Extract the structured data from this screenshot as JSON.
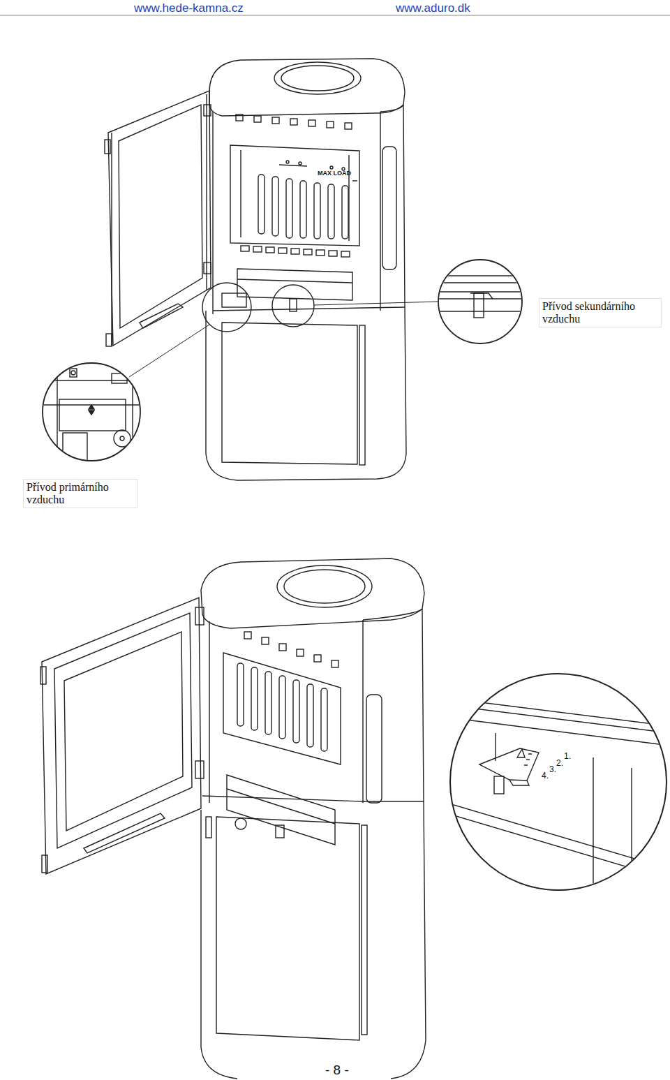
{
  "diagram": {
    "labels": [
      "www.hede-kamna.cz",
      "www.aduro.dk",
      "MAX LOAD",
      "Přívod sekundárního vzduchu",
      "Přívod primárního vzduchu",
      "1.",
      "2.",
      "3.",
      "4.",
      "- 8 -"
    ]
  }
}
